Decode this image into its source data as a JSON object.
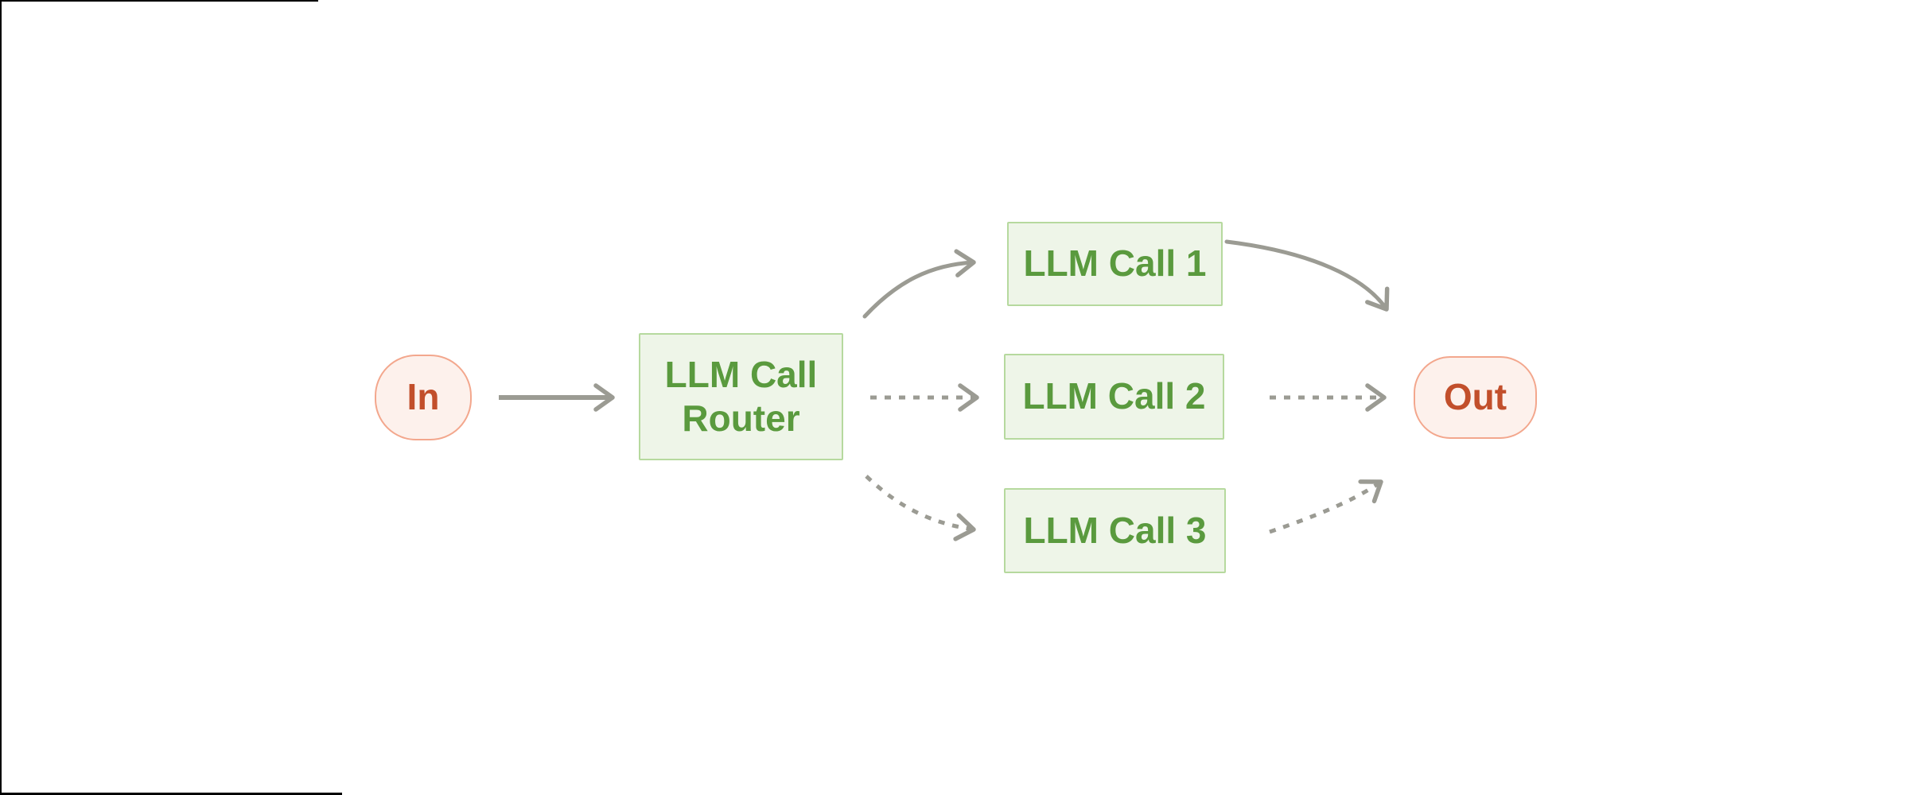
{
  "diagram": {
    "nodes": {
      "in": {
        "label": "In"
      },
      "router": {
        "label_line1": "LLM Call",
        "label_line2": "Router"
      },
      "call1": {
        "label": "LLM Call 1"
      },
      "call2": {
        "label": "LLM Call 2"
      },
      "call3": {
        "label": "LLM Call 3"
      },
      "out": {
        "label": "Out"
      }
    },
    "edges": [
      {
        "from": "In",
        "to": "LLM Call Router",
        "style": "solid",
        "shape": "straight"
      },
      {
        "from": "LLM Call Router",
        "to": "LLM Call 1",
        "style": "solid",
        "shape": "curved-up"
      },
      {
        "from": "LLM Call Router",
        "to": "LLM Call 2",
        "style": "dashed",
        "shape": "straight"
      },
      {
        "from": "LLM Call Router",
        "to": "LLM Call 3",
        "style": "dashed",
        "shape": "curved-down"
      },
      {
        "from": "LLM Call 1",
        "to": "Out",
        "style": "solid",
        "shape": "curved-down"
      },
      {
        "from": "LLM Call 2",
        "to": "Out",
        "style": "dashed",
        "shape": "straight"
      },
      {
        "from": "LLM Call 3",
        "to": "Out",
        "style": "dashed",
        "shape": "curved-up"
      }
    ]
  },
  "colors": {
    "green_text": "#5a9a3e",
    "green_border": "#b6d99e",
    "green_fill": "#eef5e8",
    "red_text": "#c24f2b",
    "salmon_border": "#f3a78d",
    "pink_fill": "#fdf1ec",
    "arrow_gray": "#9b9b93",
    "edge_black": "#000000"
  }
}
